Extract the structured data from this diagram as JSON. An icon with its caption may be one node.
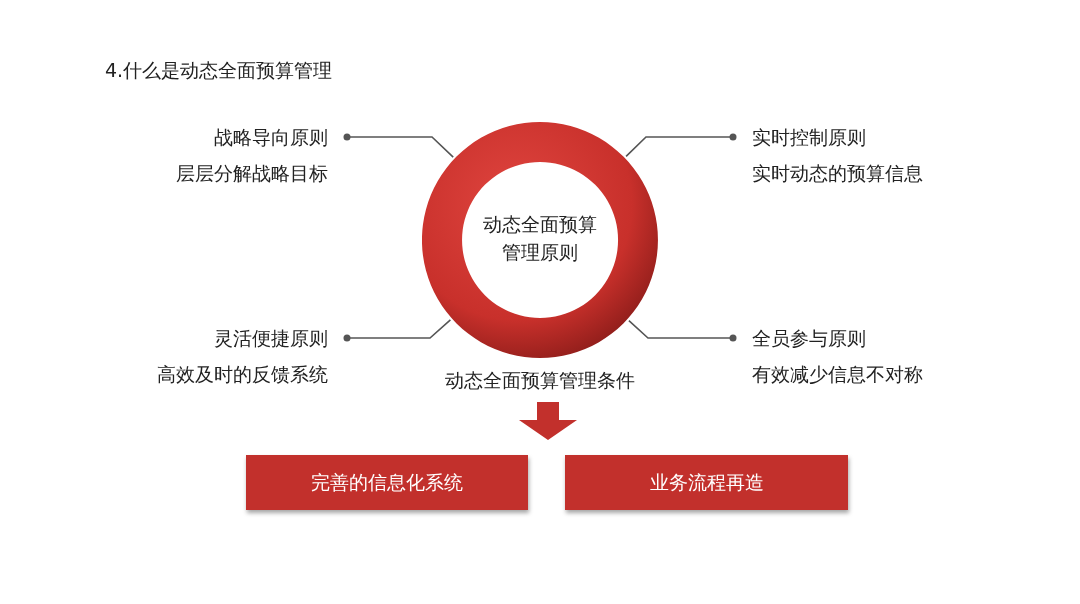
{
  "diagram": {
    "title": "4.什么是动态全面预算管理",
    "nodes": [
      {
        "text": [
          "动态全面预算管理原则"
        ]
      },
      {
        "text": [
          "战略导向原则",
          "层层分解战略目标"
        ]
      },
      {
        "text": [
          "实时控制原则",
          "实时动态的预算信息"
        ]
      },
      {
        "text": [
          "灵活便捷原则",
          "高效及时的反馈系统"
        ]
      },
      {
        "text": [
          "全员参与原则",
          "有效减少信息不对称"
        ]
      },
      {
        "text": [
          "动态全面预算管理条件"
        ]
      },
      {
        "text": [
          "完善的信息化系统"
        ]
      },
      {
        "text": [
          "业务流程再造"
        ]
      }
    ],
    "edges": [
      {
        "from": 1,
        "to": 0,
        "arrow": "other"
      },
      {
        "from": 2,
        "to": 0,
        "arrow": "other"
      },
      {
        "from": 3,
        "to": 0,
        "arrow": "other"
      },
      {
        "from": 4,
        "to": 0,
        "arrow": "other"
      },
      {
        "from": 5,
        "to": null,
        "arrow": "to"
      }
    ]
  }
}
